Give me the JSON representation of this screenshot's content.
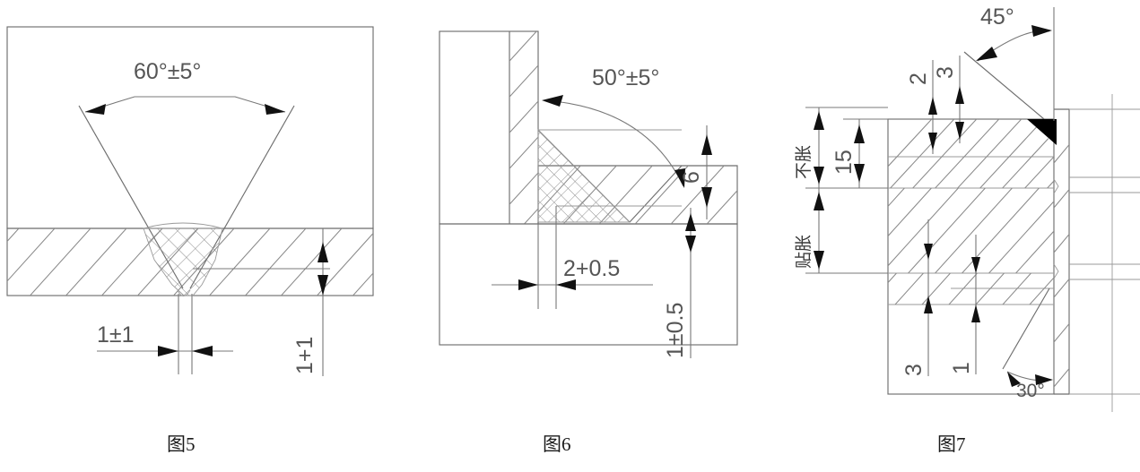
{
  "document": {
    "type": "engineering-drawing",
    "subject": "welding joint preparation details",
    "figure_count": 3
  },
  "figures": [
    {
      "id": "fig5",
      "caption": "图5",
      "description": "butt joint V-groove weld cross-section",
      "labels": {
        "groove_angle": "60°±5°",
        "root_gap": "1±1",
        "root_face": "1+1"
      }
    },
    {
      "id": "fig6",
      "caption": "图6",
      "description": "T-joint single bevel fillet weld cross-section",
      "labels": {
        "bevel_angle": "50°±5°",
        "leg_height": "6",
        "root_gap": "2+0.5",
        "root_face": "1±0.5"
      }
    },
    {
      "id": "fig7",
      "caption": "图7",
      "description": "tube-to-tubesheet joint with expansion zones",
      "labels": {
        "chamfer_angle": "45°",
        "back_angle": "30°",
        "depth": "15",
        "callout_2": "2",
        "callout_3_top": "3",
        "callout_3_bottom": "3",
        "callout_1": "1",
        "zone_upper": "不胀",
        "zone_lower": "贴胀"
      }
    }
  ],
  "colors": {
    "line": "#6e6e6e",
    "hatch": "#8a8a8a",
    "arrow": "#111111",
    "text": "#555555",
    "background": "#ffffff"
  }
}
